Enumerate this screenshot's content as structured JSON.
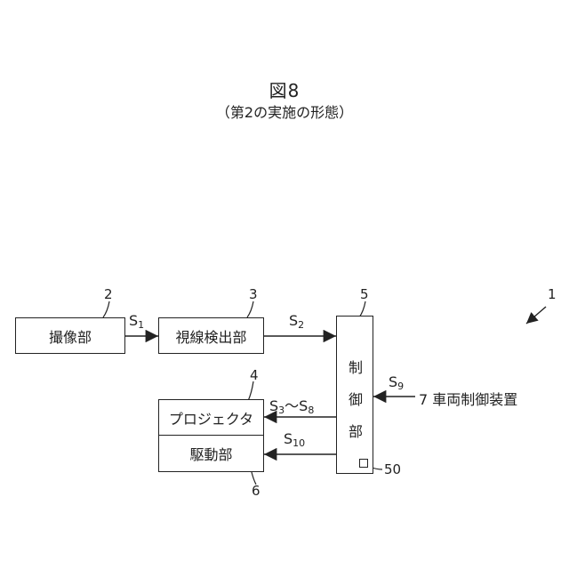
{
  "figure": {
    "title": "図8",
    "subtitle": "（第2の実施の形態）"
  },
  "system_ref": "1",
  "blocks": {
    "imaging": {
      "label": "撮像部",
      "ref": "2"
    },
    "gaze": {
      "label": "視線検出部",
      "ref": "3"
    },
    "projector": {
      "label": "プロジェクタ",
      "ref": "4"
    },
    "drive": {
      "label": "駆動部",
      "ref": "6"
    },
    "control": {
      "chars": [
        "制",
        "御",
        "部"
      ],
      "ref": "5",
      "sub_ref": "50"
    },
    "vehicle": {
      "label": "7 車両制御装置"
    }
  },
  "signals": {
    "s1": {
      "letter": "S",
      "sub": "1"
    },
    "s2": {
      "letter": "S",
      "sub": "2"
    },
    "s3_s8": {
      "letter1": "S",
      "sub1": "3",
      "tilde": "〜",
      "letter2": "S",
      "sub2": "8"
    },
    "s9": {
      "letter": "S",
      "sub": "9"
    },
    "s10": {
      "letter": "S",
      "sub": "10"
    }
  }
}
